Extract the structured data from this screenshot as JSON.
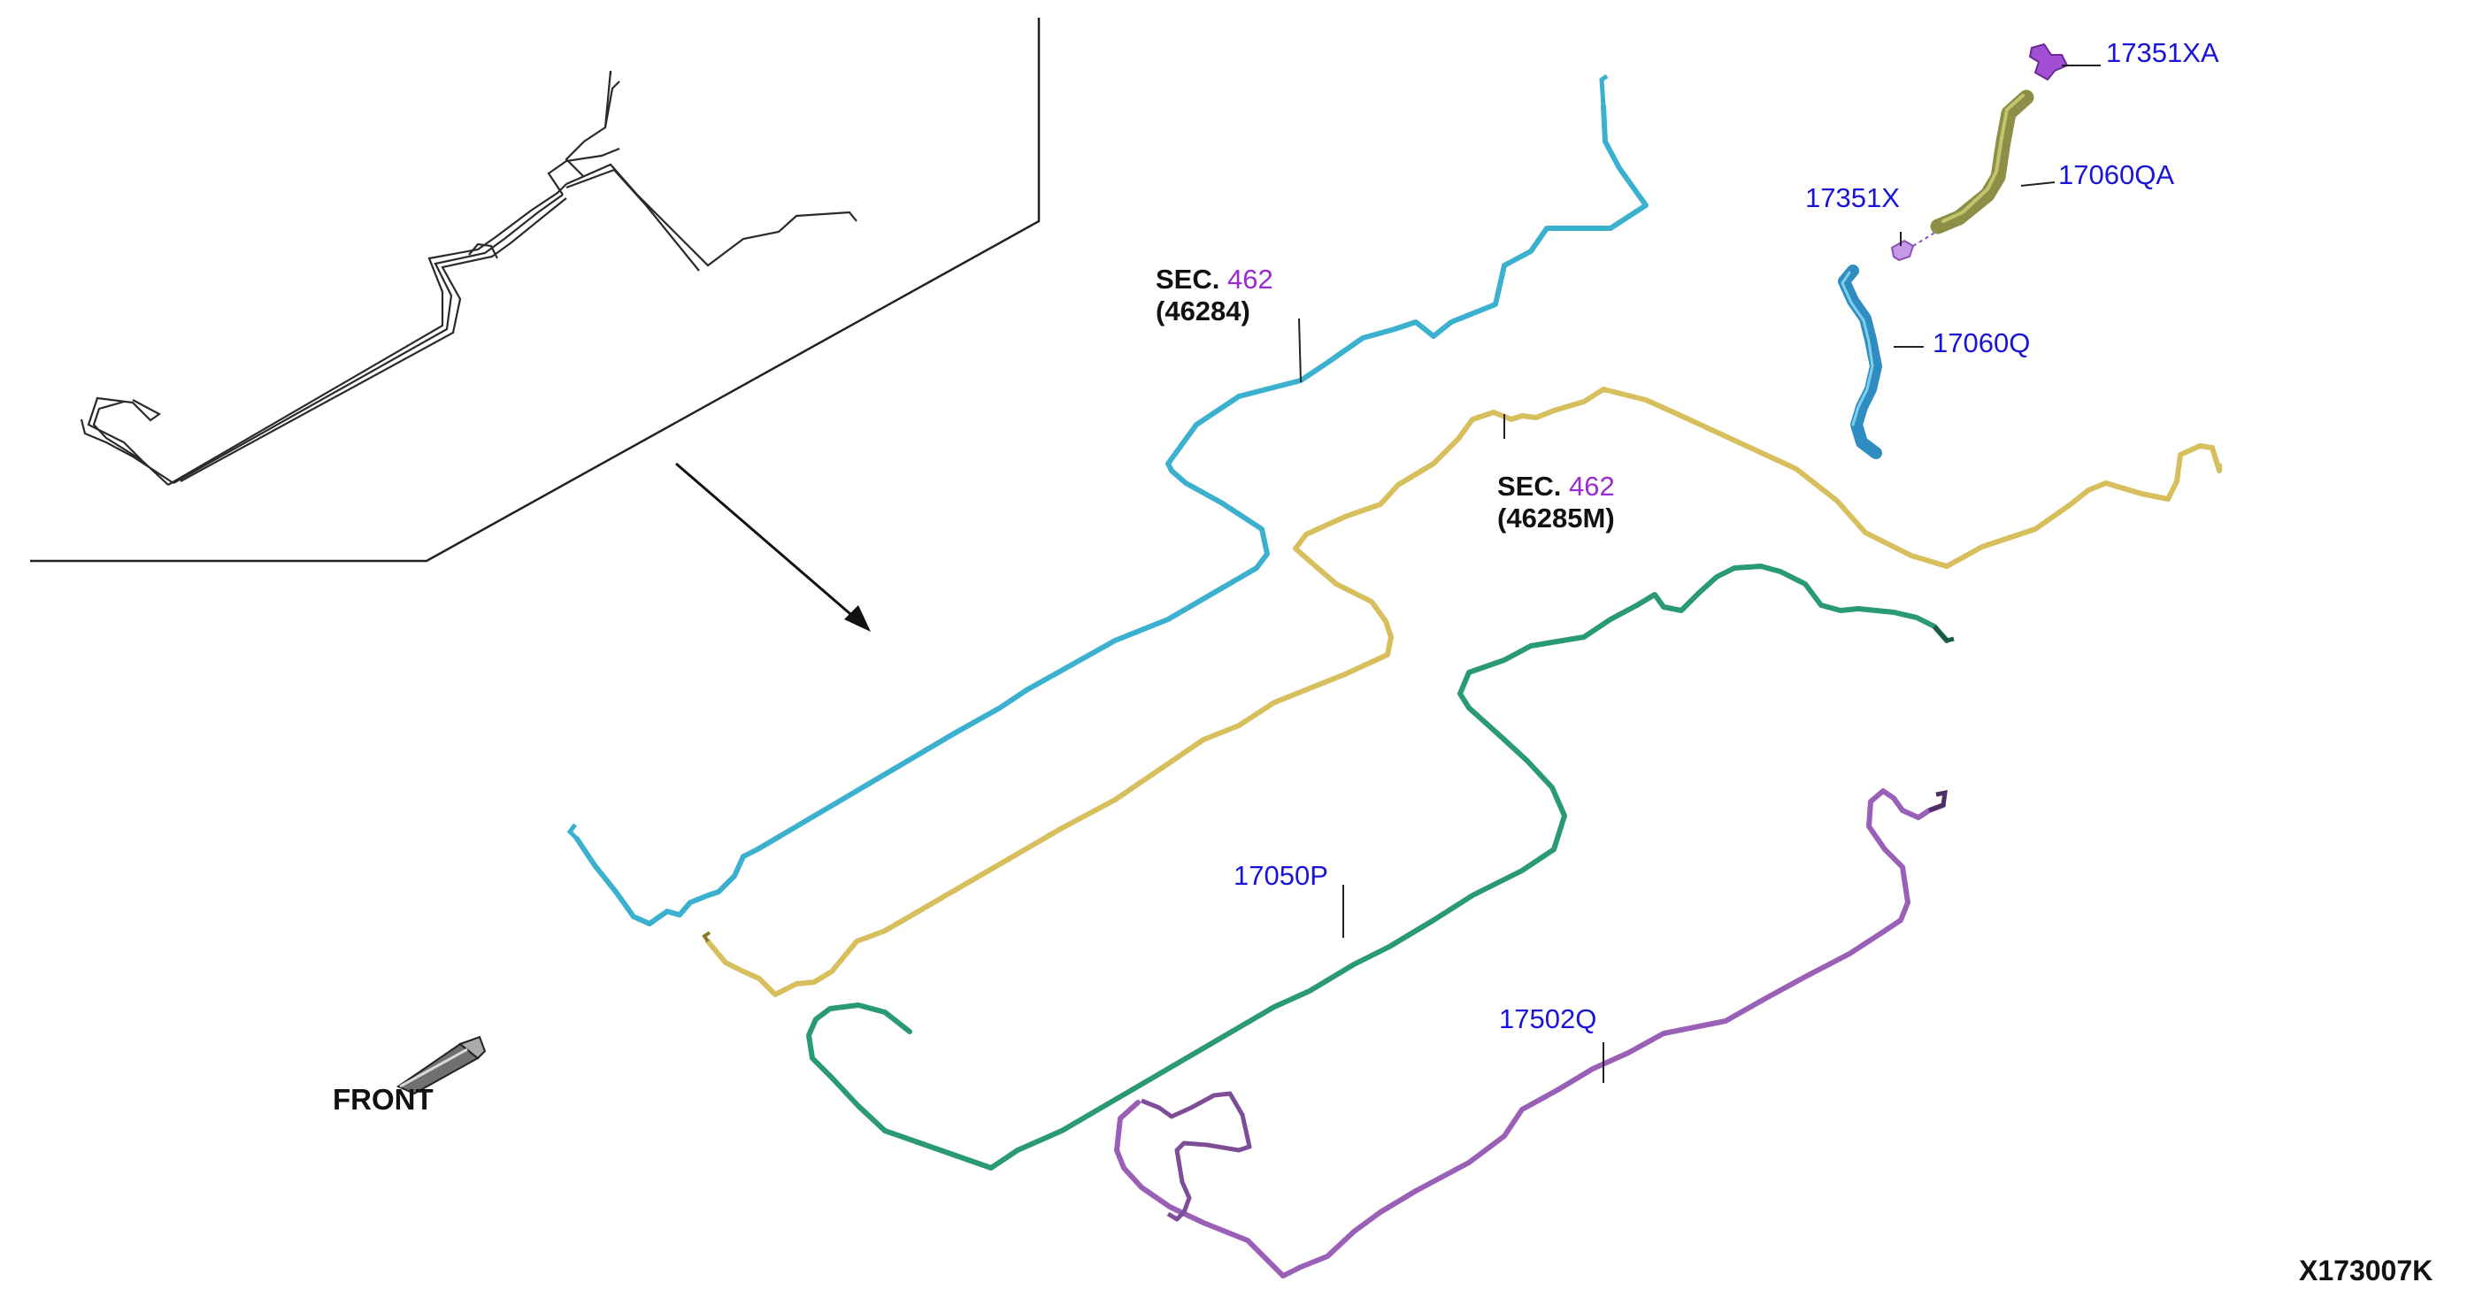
{
  "labels": {
    "p17351XA": "17351XA",
    "p17060QA": "17060QA",
    "p17351X": "17351X",
    "p17060Q": "17060Q",
    "p17050P": "17050P",
    "p17502Q": "17502Q",
    "sec1_prefix": "SEC.",
    "sec1_num": "462",
    "sec1_code": "(46284)",
    "sec2_prefix": "SEC.",
    "sec2_num": "462",
    "sec2_code": "(46285M)"
  },
  "front_label": "FRONT",
  "diagram_code": "X173007K",
  "colors": {
    "cyan_tube": "#3bb1cf",
    "yellow_tube": "#d7bf5d",
    "green_tube": "#2a9a72",
    "purple_tube": "#9a5fb6",
    "olive_hose": "#8c8f45",
    "blue_hose": "#2f8dc2",
    "part_number_text": "#1a14d8",
    "sec_number_text": "#9a2ad2"
  }
}
